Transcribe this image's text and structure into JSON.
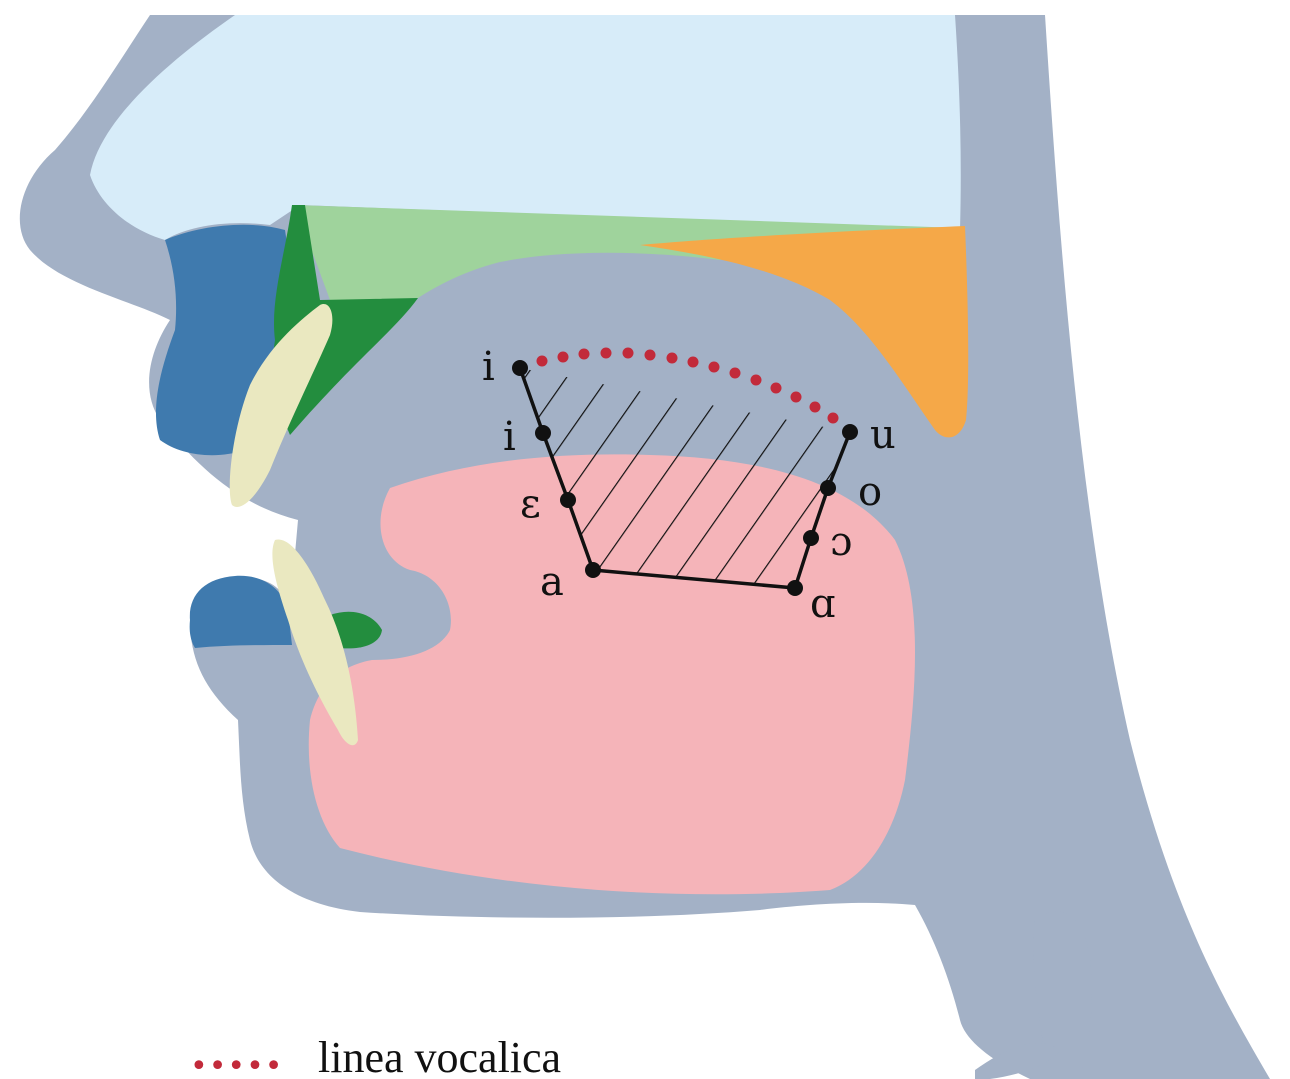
{
  "colors": {
    "head": "#a3b1c6",
    "nasal_cavity": "#d7ecf9",
    "hard_palate": "#9fd39c",
    "alveolar_ridge": "#238d3e",
    "soft_palate": "#f5a848",
    "lips": "#3f7aae",
    "teeth": "#eae8c0",
    "tongue": "#f5b4b9",
    "vowel_dots": "#c22a3a",
    "vowel_lines": "#111111"
  },
  "vowels": {
    "i_high_front": "i",
    "i_mid_front": "i",
    "epsilon": "ɛ",
    "a_low_front": "a",
    "u_high_back": "u",
    "o_back": "o",
    "open_o": "ɔ",
    "alpha_low_back": "ɑ"
  },
  "legend": {
    "dots": "•••••",
    "label": "linea vocalica"
  }
}
